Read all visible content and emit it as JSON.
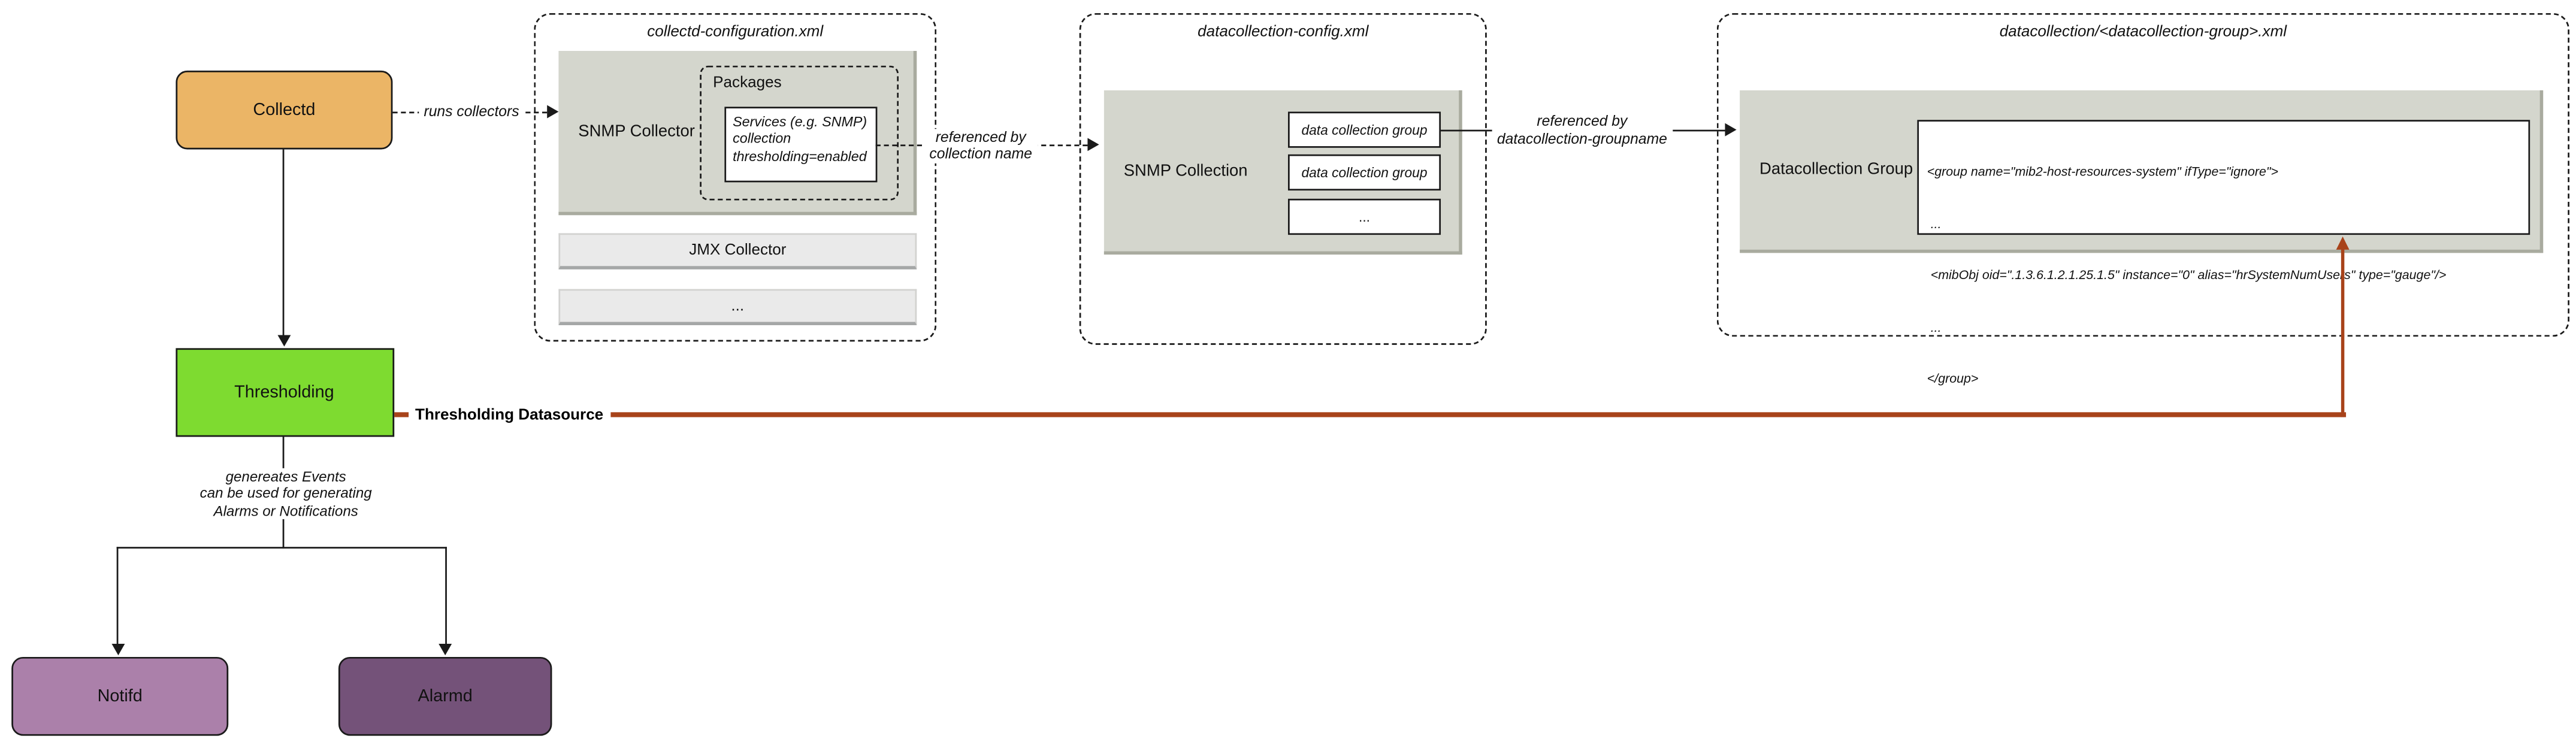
{
  "colors": {
    "collectd": "#ebb566",
    "thresholding": "#7edb30",
    "notifd": "#ab80aa",
    "alarmd": "#745279",
    "gray_box": "#d4d6cd",
    "light_box": "#eaeaea",
    "datasource_line": "#a8431a"
  },
  "nodes": {
    "collectd": {
      "label": "Collectd"
    },
    "thresholding": {
      "label": "Thresholding"
    },
    "notifd": {
      "label": "Notifd"
    },
    "alarmd": {
      "label": "Alarmd"
    }
  },
  "collectd_configuration": {
    "title": "collectd-configuration.xml",
    "snmp_collector": {
      "label": "SNMP Collector"
    },
    "packages": {
      "label": "Packages",
      "services_lines": [
        "Services (e.g. SNMP)",
        "collection",
        "thresholding=enabled"
      ]
    },
    "jmx_collector": {
      "label": "JMX Collector"
    },
    "more": {
      "label": "..."
    }
  },
  "datacollection_config": {
    "title": "datacollection-config.xml",
    "snmp_collection": {
      "label": "SNMP Collection"
    },
    "groups": [
      "data collection group",
      "data collection group",
      "..."
    ]
  },
  "datacollection_group_file": {
    "title": "datacollection/<datacollection-group>.xml",
    "datacollection_group": {
      "label": "Datacollection Group"
    },
    "code_lines": [
      "<group name=\"mib2-host-resources-system\" ifType=\"ignore\">",
      " ...",
      " <mibObj oid=\".1.3.6.1.2.1.25.1.5\" instance=\"0\" alias=\"hrSystemNumUsers\" type=\"gauge\"/>",
      " ...",
      "</group>"
    ]
  },
  "edges": {
    "runs_collectors": "runs collectors",
    "referenced_by_collection": [
      "referenced by",
      "collection name"
    ],
    "referenced_by_groupname": [
      "referenced by",
      "datacollection-groupname"
    ],
    "thresholding_datasource": "Thresholding Datasource",
    "events_note": [
      "genereates Events",
      "can be used for generating",
      "Alarms or Notifications"
    ]
  }
}
